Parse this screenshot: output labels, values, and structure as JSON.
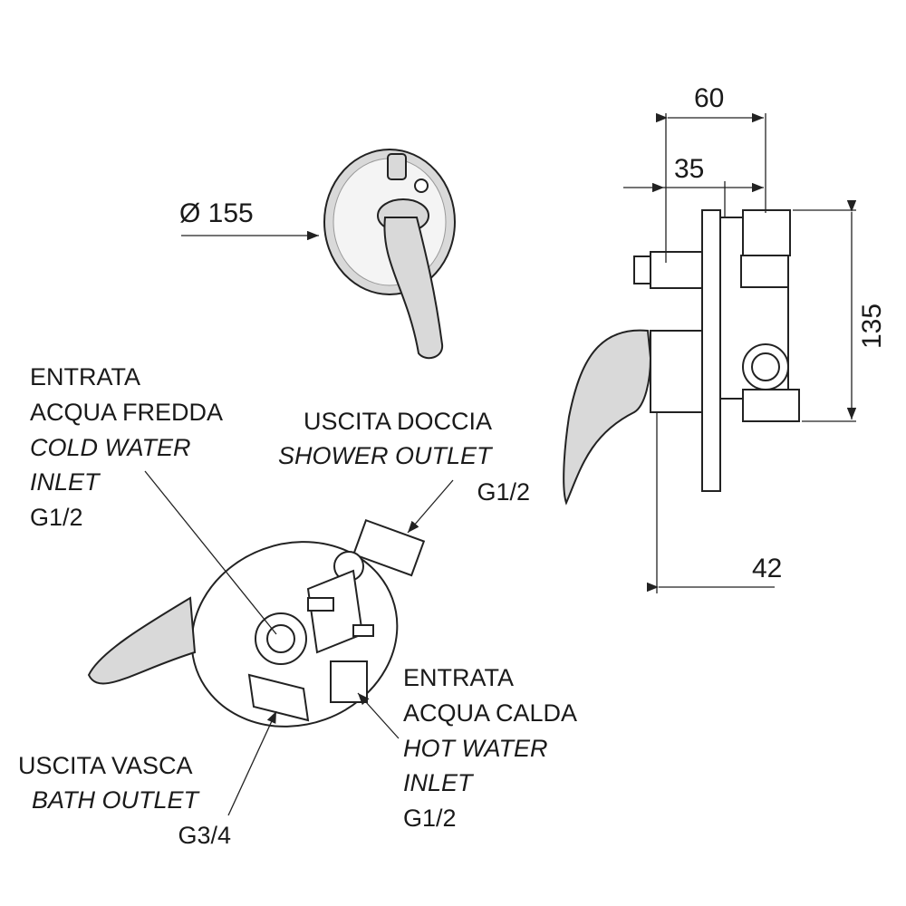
{
  "dimensions": {
    "diameter": "Ø 155",
    "width_total": "60",
    "width_inner": "35",
    "height": "135",
    "depth": "42"
  },
  "labels": {
    "cold_inlet": {
      "it_1": "ENTRATA",
      "it_2": "ACQUA FREDDA",
      "en_1": "COLD WATER",
      "en_2": "INLET",
      "thread": "G1/2"
    },
    "shower_outlet": {
      "it": "USCITA DOCCIA",
      "en": "SHOWER OUTLET",
      "thread": "G1/2"
    },
    "hot_inlet": {
      "it_1": "ENTRATA",
      "it_2": "ACQUA CALDA",
      "en_1": "HOT WATER",
      "en_2": "INLET",
      "thread": "G1/2"
    },
    "bath_outlet": {
      "it": "USCITA VASCA",
      "en": "BATH OUTLET",
      "thread": "G3/4"
    }
  }
}
